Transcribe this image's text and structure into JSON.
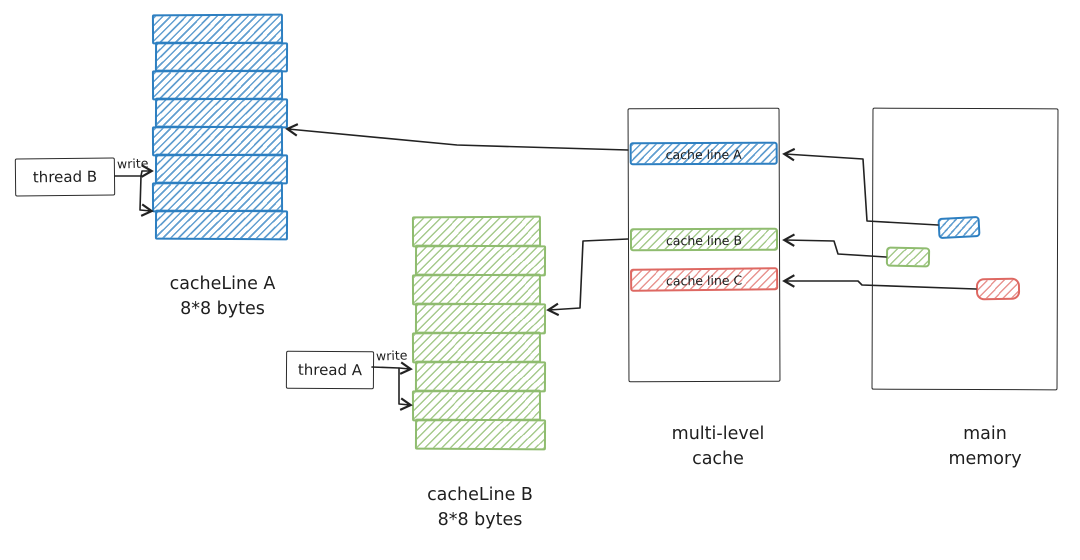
{
  "diagram": {
    "cacheline_a": {
      "title": "cacheLine A",
      "subtitle": "8*8 bytes",
      "rows": 8
    },
    "cacheline_b": {
      "title": "cacheLine B",
      "subtitle": "8*8 bytes",
      "rows": 8
    },
    "thread_b": {
      "label": "thread B",
      "write_label": "write"
    },
    "thread_a": {
      "label": "thread A",
      "write_label": "write"
    },
    "multi_level_cache": {
      "label_line1": "multi-level",
      "label_line2": "cache",
      "rows": [
        {
          "label": "cache line A",
          "color": "blue"
        },
        {
          "label": "cache line B",
          "color": "green"
        },
        {
          "label": "cache line C",
          "color": "red"
        }
      ]
    },
    "main_memory": {
      "label_line1": "main",
      "label_line2": "memory"
    },
    "colors": {
      "blue": "#2d7fc1",
      "green": "#8fbc6f",
      "red": "#de6862",
      "stroke": "#222222"
    }
  }
}
